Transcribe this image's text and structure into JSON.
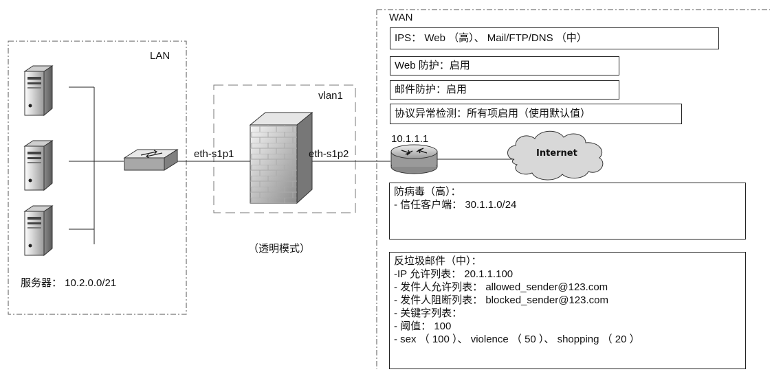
{
  "zones": {
    "lan": "LAN",
    "wan": "WAN",
    "vlan": "vlan1"
  },
  "interfaces": {
    "left": "eth-s1p1",
    "right": "eth-s1p2"
  },
  "router_ip": "10.1.1.1",
  "internet": "Internet",
  "mode": "（透明模式）",
  "servers_label": "服务器：  10.2.0.0/21",
  "wan_boxes": {
    "ips": "IPS：  Web （高）、 Mail/FTP/DNS （中）",
    "web": "Web 防护：启用",
    "mail": "邮件防护：启用",
    "protocol": "协议异常检测：所有项启用（使用默认值）"
  },
  "antivirus": {
    "lines": [
      "防病毒（高）：",
      " - 信任客户端：  30.1.1.0/24"
    ]
  },
  "antispam": {
    "lines": [
      "反垃圾邮件（中）：",
      " -IP 允许列表：  20.1.1.100",
      " - 发件人允许列表：  allowed_sender@123.com",
      " - 发件人阻断列表：  blocked_sender@123.com",
      " - 关键字列表：",
      "   - 阈值：  100",
      "   - sex （ 100 ）、 violence （ 50 ）、 shopping （ 20 ）"
    ]
  }
}
